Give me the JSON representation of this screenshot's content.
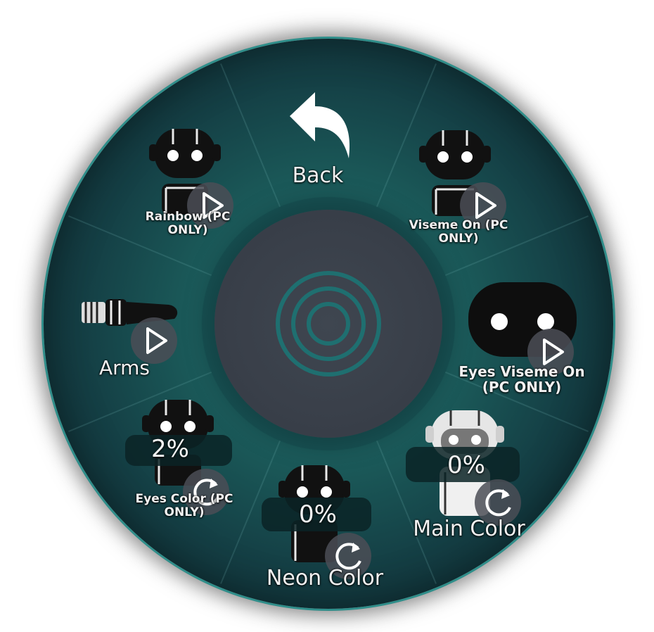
{
  "menu": {
    "back": {
      "label": "Back",
      "icon": "back-arrow-icon"
    },
    "center": {
      "icon": "radial-target-icon"
    },
    "items": [
      {
        "id": "rainbow",
        "label": "Rainbow (PC\nONLY)",
        "type": "toggle",
        "icon": "robot-avatar-icon",
        "action_icon": "play-icon"
      },
      {
        "id": "viseme-on",
        "label": "Viseme On (PC\nONLY)",
        "type": "toggle",
        "icon": "robot-avatar-icon",
        "action_icon": "play-icon"
      },
      {
        "id": "arms",
        "label": "Arms",
        "type": "toggle",
        "icon": "robot-arm-icon",
        "action_icon": "play-icon"
      },
      {
        "id": "eyes-viseme-on",
        "label": "Eyes Viseme On\n(PC ONLY)",
        "type": "toggle",
        "icon": "robot-head-icon",
        "action_icon": "play-icon"
      },
      {
        "id": "eyes-color",
        "label": "Eyes Color (PC\nONLY)",
        "type": "radial",
        "value": "2%",
        "icon": "robot-avatar-icon",
        "action_icon": "reset-icon"
      },
      {
        "id": "main-color",
        "label": "Main Color",
        "type": "radial",
        "value": "0%",
        "icon": "robot-avatar-white-icon",
        "action_icon": "reset-icon"
      },
      {
        "id": "neon-color",
        "label": "Neon Color",
        "type": "radial",
        "value": "0%",
        "icon": "robot-avatar-icon",
        "action_icon": "reset-icon"
      }
    ]
  },
  "colors": {
    "wheel": "#1a5757",
    "rim": "#2f8e8a",
    "hub": "#3a404a",
    "label": "#f2f2f2"
  }
}
